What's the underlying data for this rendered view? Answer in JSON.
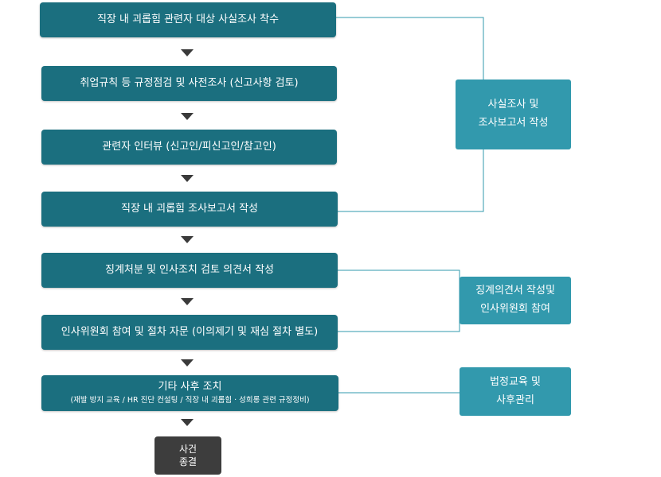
{
  "steps": [
    {
      "label": "직장 내 괴롭힘 관련자 대상 사실조사 착수"
    },
    {
      "label": "취업규칙 등 규정점검 및 사전조사 (신고사항 검토)"
    },
    {
      "label": "관련자 인터뷰 (신고인/피신고인/참고인)"
    },
    {
      "label": "직장 내 괴롭힘 조사보고서 작성"
    },
    {
      "label": "징계처분 및 인사조치 검토 의견서 작성"
    },
    {
      "label": "인사위원회 참여 및 절차 자문 (이의제기 및 재심 절차 별도)"
    },
    {
      "label": "기타 사후 조치",
      "sub": "(재발 방지 교육 / HR 진단 컨설팅 / 직장 내 괴롭힘 · 성희롱 관련 규정정비)"
    }
  ],
  "end": {
    "line1": "사건",
    "line2": "종결"
  },
  "side_boxes": [
    {
      "line1": "사실조사 및",
      "line2": "조사보고서 작성"
    },
    {
      "line1": "징계의견서 작성및",
      "line2": "인사위원회 참여"
    },
    {
      "line1": "법정교육 및",
      "line2": "사후관리"
    }
  ],
  "colors": {
    "step": "#1b6f7f",
    "side": "#3299ad",
    "end": "#3d3d3d",
    "connector": "#3299ad",
    "arrow": "#3a3a3a"
  }
}
